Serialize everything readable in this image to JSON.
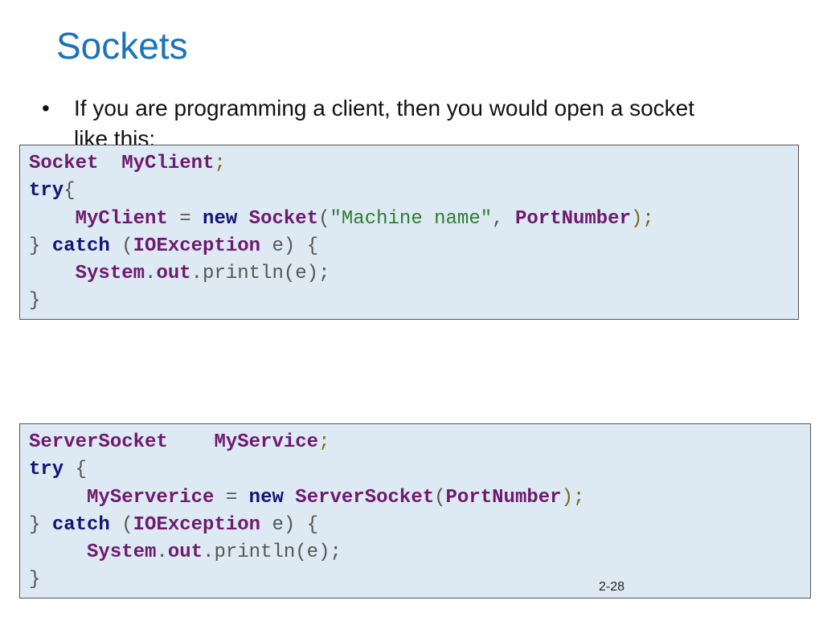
{
  "slide": {
    "title": "Sockets",
    "bullet": "If you are programming a client, then you would open a socket like this:",
    "bullet_marker": "•",
    "page_number": "2-28"
  },
  "client_code": {
    "l1_a": "Socket",
    "l1_b": "MyClient",
    "l1_c": ";",
    "l2_a": "try",
    "l2_b": "{",
    "l3_a": "MyClient",
    "l3_b": " = ",
    "l3_c": "new",
    "l3_d": "Socket",
    "l3_e": "(",
    "l3_f": "\"Machine name\"",
    "l3_g": ", ",
    "l3_h": "PortNumber",
    "l3_i": ");",
    "l4_a": "}",
    "l4_b": "catch",
    "l4_c": "(",
    "l4_d": "IOException",
    "l4_e": " e) {",
    "l5_a": "System",
    "l5_b": ".",
    "l5_c": "out",
    "l5_d": ".println(e);",
    "l6_a": "}"
  },
  "server_code": {
    "l1_a": "ServerSocket",
    "l1_b": "MyService",
    "l1_c": ";",
    "l2_a": "try",
    "l2_b": "{",
    "l3_a": "MyServerice",
    "l3_b": " = ",
    "l3_c": "new",
    "l3_d": "ServerSocket",
    "l3_e": "(",
    "l3_f": "PortNumber",
    "l3_g": ");",
    "l4_a": "}",
    "l4_b": "catch",
    "l4_c": "(",
    "l4_d": "IOException",
    "l4_e": " e) {",
    "l5_a": "System",
    "l5_b": ".",
    "l5_c": "out",
    "l5_d": ".println(e);",
    "l6_a": "}"
  },
  "colors": {
    "title": "#1a73b8",
    "code_background": "#dde9f3",
    "keyword": "#141474",
    "identifier": "#6e1a6e",
    "string": "#2e7d32"
  }
}
